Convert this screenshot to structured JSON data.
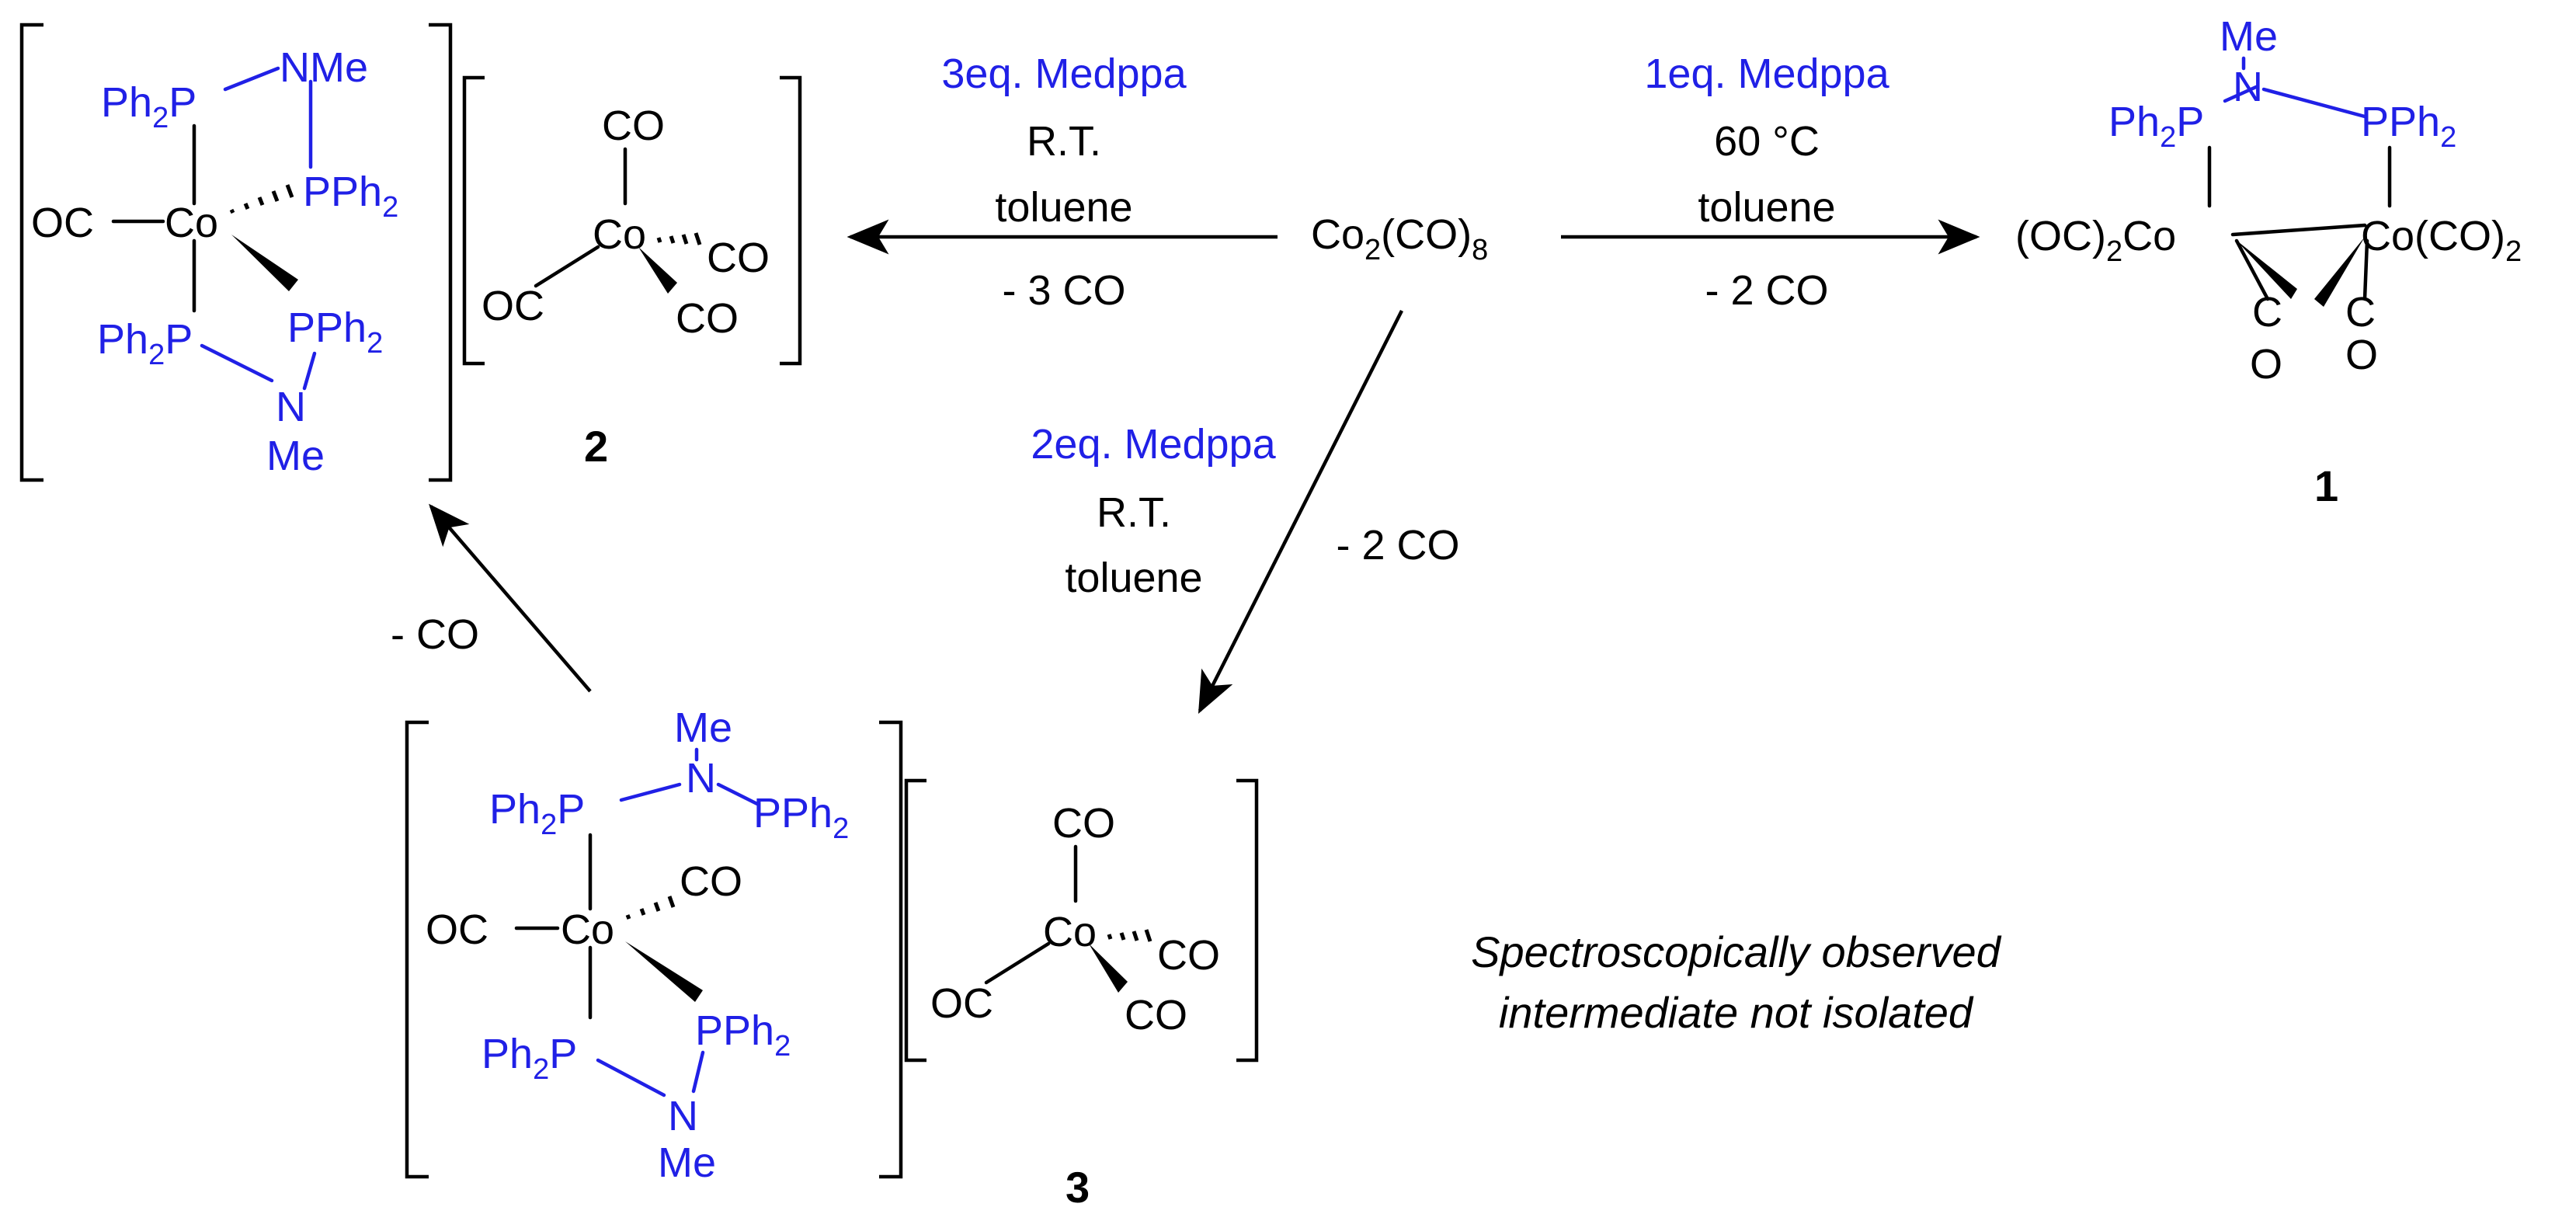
{
  "scheme": {
    "colors": {
      "ligand": "#2020e6",
      "text": "#000000"
    },
    "labels": {
      "compound_1": "1",
      "compound_2": "2",
      "compound_3": "3",
      "observation": [
        "Spectroscopically observed",
        "intermediate not isolated"
      ]
    },
    "reactions": {
      "to_2": {
        "reagent": "3eq. Medppa",
        "temperature": "R.T.",
        "solvent": "toluene",
        "loss": "- 3 CO"
      },
      "to_1": {
        "reagent": "1eq. Medppa",
        "temperature": "60 °C",
        "solvent": "toluene",
        "loss": "- 2 CO"
      },
      "to_3": {
        "reagent": "2eq. Medppa",
        "temperature": "R.T.",
        "solvent": "toluene",
        "loss": "- 2 CO"
      },
      "3_to_2": {
        "loss": "- CO"
      }
    },
    "starting_material": {
      "base": "Co",
      "sub1": "2",
      "mid": "(CO)",
      "sub2": "8"
    },
    "atoms": {
      "co": "Co",
      "carbonyl": "CO",
      "oc": "OC",
      "c": "C",
      "o": "O",
      "n": "N",
      "p": "P",
      "me": "Me",
      "nme": "NMe",
      "ph": "Ph",
      "pph": "PPh",
      "sub2": "2",
      "oc_paren": "(OC)",
      "co_paren": "(CO)"
    }
  }
}
